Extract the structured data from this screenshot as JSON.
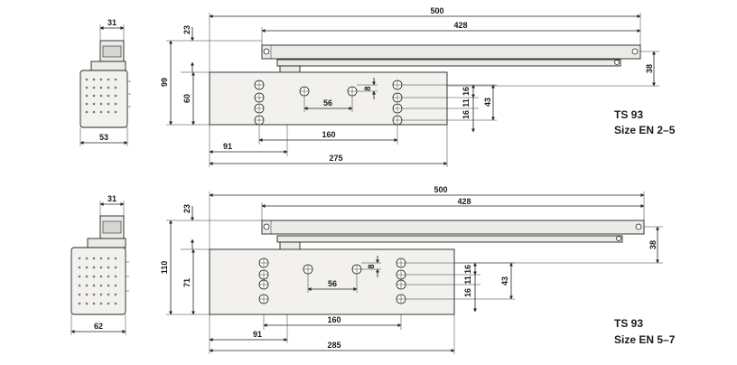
{
  "upper": {
    "model": "TS 93",
    "size": "Size EN 2–5",
    "dims": {
      "arm_length": "500",
      "track_length": "428",
      "body_length": "275",
      "hole_span": "160",
      "offset": "91",
      "hole_pitch": "56",
      "height_total": "99",
      "height_body": "60",
      "arm_offset": "23",
      "track_height": "38",
      "spacing_a": "16",
      "spacing_b": "11",
      "spacing_c": "16",
      "spacing_d": "43",
      "small": "8",
      "side_top": "31",
      "side_width": "53"
    }
  },
  "lower": {
    "model": "TS 93",
    "size": "Size EN 5–7",
    "dims": {
      "arm_length": "500",
      "track_length": "428",
      "body_length": "285",
      "hole_span": "160",
      "offset": "91",
      "hole_pitch": "56",
      "height_total": "110",
      "height_body": "71",
      "arm_offset": "23",
      "track_height": "38",
      "spacing_a": "16",
      "spacing_b": "11",
      "spacing_c": "16",
      "spacing_d": "43",
      "small": "8",
      "side_top": "31",
      "side_width": "62"
    }
  }
}
